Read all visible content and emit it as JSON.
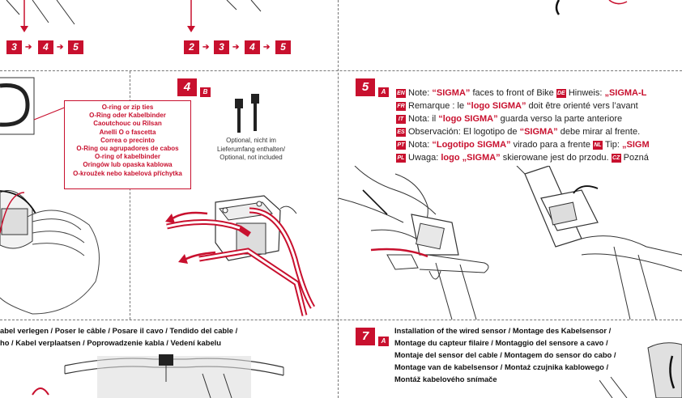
{
  "top_left_sequence": [
    "3",
    "4",
    "5"
  ],
  "top_mid_sequence": [
    "2",
    "3",
    "4",
    "5"
  ],
  "sequence_arrow": "➔",
  "step4": {
    "number": "4",
    "sub": "B"
  },
  "step5": {
    "number": "5",
    "sub": "A"
  },
  "step7": {
    "number": "7",
    "sub": "A"
  },
  "oring_labels": [
    "O-ring or zip ties",
    "O-Ring oder Kabelbinder",
    "Caoutchouc ou Rilsan",
    "Anelli O o fascetta",
    "Correa o precinto",
    "O-Ring ou agrupadores de cabos",
    "O-ring of kabelbinder",
    "Oringów lub opaska kablowa",
    "O-kroužek nebo kabelová příchytka"
  ],
  "optional_note": [
    "Optional, nicht im",
    "Lieferumfang enthalten/",
    "Optional, not included"
  ],
  "notes": [
    {
      "lang": "EN",
      "pre": "Note: ",
      "hl": "“SIGMA”",
      "post": " faces to front of Bike ",
      "lang2": "DE",
      "pre2": "Hinweis: ",
      "hl2": "„SIGMA-L"
    },
    {
      "lang": "FR",
      "pre": "Remarque : le ",
      "hl": "“logo SIGMA”",
      "post": " doit être orienté vers l’avant"
    },
    {
      "lang": "IT",
      "pre": "Nota: il ",
      "hl": "“logo SIGMA”",
      "post": " guarda verso la parte anteriore"
    },
    {
      "lang": "ES",
      "pre": "Observación: El logotipo de ",
      "hl": "“SIGMA”",
      "post": " debe mirar al frente."
    },
    {
      "lang": "PT",
      "pre": "Nota: ",
      "hl": "“Logotipo SIGMA”",
      "post": " virado para a frente ",
      "lang2": "NL",
      "pre2": "Tip: ",
      "hl2": "„SIGM"
    },
    {
      "lang": "PL",
      "pre": "Uwaga: ",
      "hl": "logo „SIGMA”",
      "post": " skierowane jest do przodu. ",
      "lang2": "CZ",
      "pre2": "Pozná",
      "hl2": ""
    }
  ],
  "step6_title": [
    "abel verlegen / Poser le câble / Posare il cavo / Tendido del cable /",
    "ho / Kabel verplaatsen / Poprowadzenie kabla / Vedení kabelu"
  ],
  "step7_title": [
    "Installation of the wired sensor / Montage des Kabelsensor /",
    "Montage du capteur filaire / Montaggio del sensore a cavo /",
    "Montaje del sensor del cable / Montagem do sensor do cabo /",
    "Montage van de kabelsensor / Montaż czujnika kablowego /",
    "Montáž kabelového snímače"
  ]
}
